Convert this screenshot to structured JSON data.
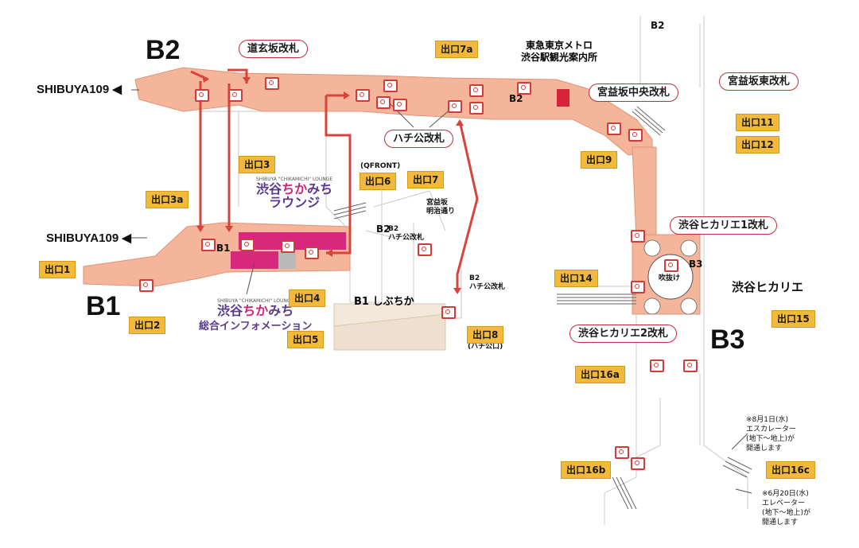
{
  "floors": {
    "b2_label": "B2",
    "b1_label": "B1",
    "b3_label": "B3",
    "b2_mid": "B2",
    "b1_mid": "B1",
    "b3_mid": "B3",
    "b2_top": "B2",
    "b2_qfront": "B2",
    "b2_hachi_side": "B2"
  },
  "destinations": {
    "shibuya109_top": "SHIBUYA109",
    "shibuya109_mid": "SHIBUYA109",
    "hikarie": "渋谷ヒカリエ",
    "shibuchika": "しぶちか",
    "miyamasuzaka_meiji": "宮益坂\n明治通り",
    "qfront": "(QFRONT)",
    "hachi_ko_guchi": "(ハチ公口)",
    "fukinuke": "吹抜け",
    "b2_hachiko_gate_a": "B2\nハチ公改札",
    "b2_hachiko_gate_b": "B2\nハチ公改札"
  },
  "gates": {
    "dogenzaka": "道玄坂改札",
    "hachiko": "ハチ公改札",
    "miyamasuzaka_chuo": "宮益坂中央改札",
    "miyamasuzaka_higashi": "宮益坂東改札",
    "hikarie1": "渋谷ヒカリエ1改札",
    "hikarie2": "渋谷ヒカリエ2改札"
  },
  "info_center": "東急東京メトロ\n渋谷駅観光案内所",
  "lounge": {
    "small": "SHIBUYA \"CHIKAMICHI\" LOUNGE",
    "title_a": "渋谷",
    "title_b": "ちか",
    "title_c": "みち",
    "title_d": "ラウンジ"
  },
  "info": {
    "small": "SHIBUYA \"CHIKAMICHI\" LOUNGE",
    "title_a": "渋谷",
    "title_b": "ちか",
    "title_c": "みち",
    "title_d": "総合インフォメーション"
  },
  "exits": {
    "e1": "出口1",
    "e2": "出口2",
    "e3": "出口3",
    "e3a": "出口3a",
    "e4": "出口4",
    "e5": "出口5",
    "e6": "出口6",
    "e7": "出口7",
    "e7a": "出口7a",
    "e8": "出口8",
    "e9": "出口9",
    "e11": "出口11",
    "e12": "出口12",
    "e14": "出口14",
    "e15": "出口15",
    "e16a": "出口16a",
    "e16b": "出口16b",
    "e16c": "出口16c"
  },
  "notes": {
    "escalator": "※8月1日(水)\nエスカレーター\n(地下～地上)が\n開通します",
    "elevator": "※6月20日(水)\nエレベーター\n(地下～地上)が\n開通します"
  },
  "colors": {
    "concourse": "#f5b59b",
    "route": "#d8433a",
    "exit_badge": "#f3b93a",
    "lounge_pink": "#d1247a"
  }
}
